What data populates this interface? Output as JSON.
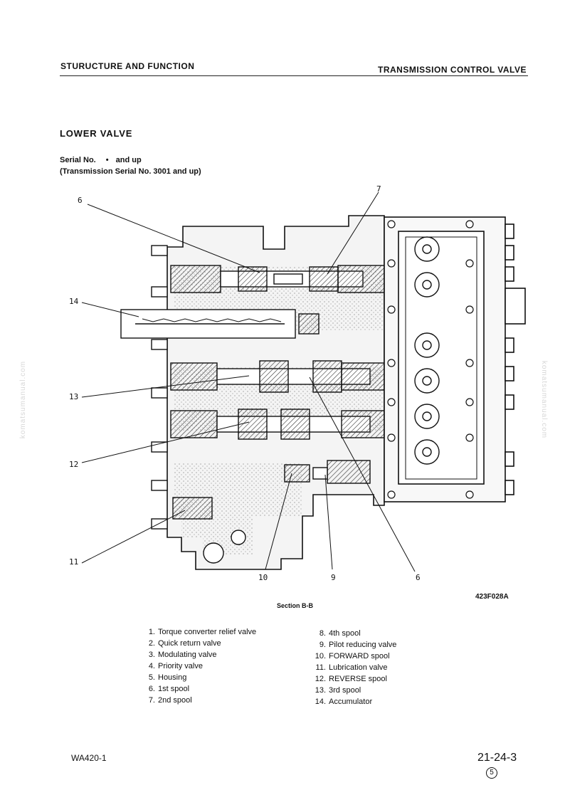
{
  "header": {
    "left": "STURUCTURE AND FUNCTION",
    "right": "TRANSMISSION CONTROL VALVE"
  },
  "section": {
    "title": "LOWER VALVE",
    "serial_label": "Serial No.",
    "serial_bullet": "•",
    "serial_suffix": "and up",
    "transmission_serial": "(Transmission Serial No. 3001 and up)"
  },
  "figure": {
    "code": "423F028A",
    "caption": "Section B-B",
    "callouts": {
      "c6a": "6",
      "c7": "7",
      "c14": "14",
      "c13": "13",
      "c12": "12",
      "c11": "11",
      "c10": "10",
      "c9": "9",
      "c6b": "6"
    }
  },
  "legend": {
    "left": [
      {
        "num": "1.",
        "label": "Torque converter relief valve"
      },
      {
        "num": "2.",
        "label": "Quick return valve"
      },
      {
        "num": "3.",
        "label": "Modulating valve"
      },
      {
        "num": "4.",
        "label": "Priority valve"
      },
      {
        "num": "5.",
        "label": "Housing"
      },
      {
        "num": "6.",
        "label": "1st spool"
      },
      {
        "num": "7.",
        "label": "2nd spool"
      }
    ],
    "right": [
      {
        "num": "8.",
        "label": "4th spool"
      },
      {
        "num": "9.",
        "label": "Pilot reducing valve"
      },
      {
        "num": "10.",
        "label": "FORWARD spool"
      },
      {
        "num": "11.",
        "label": "Lubrication valve"
      },
      {
        "num": "12.",
        "label": "REVERSE spool"
      },
      {
        "num": "13.",
        "label": "3rd spool"
      },
      {
        "num": "14.",
        "label": "Accumulator"
      }
    ]
  },
  "footer": {
    "model": "WA420-1",
    "page": "21-24-3",
    "revision": "5"
  },
  "watermark": "komatsumanual.com"
}
